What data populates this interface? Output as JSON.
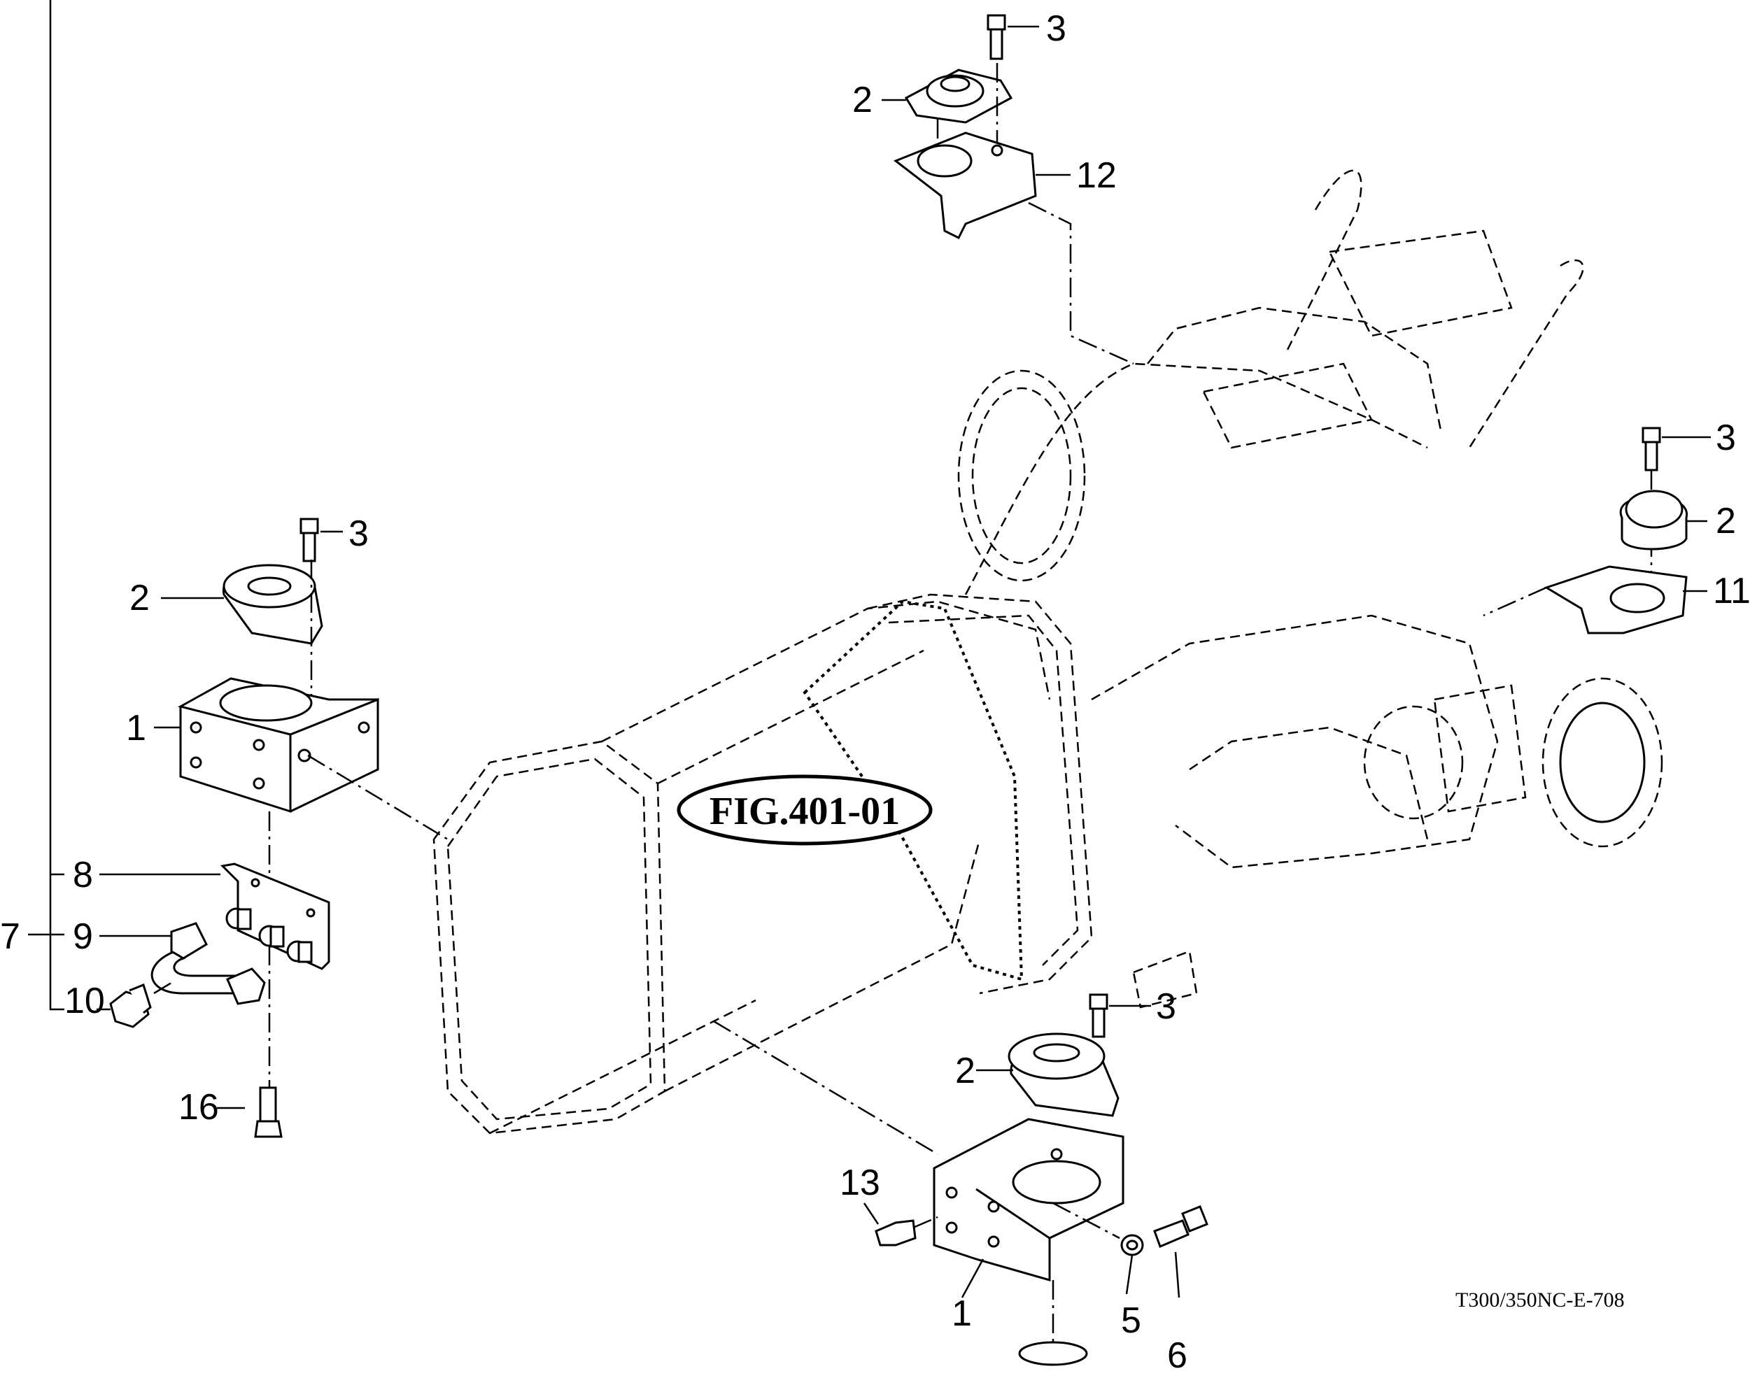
{
  "figure": {
    "reference_label": "FIG.401-01",
    "drawing_id": "T300/350NC-E-708"
  },
  "callouts": {
    "top_bolt": "3",
    "top_mount": "2",
    "top_bracket": "12",
    "right_bolt": "3",
    "right_mount": "2",
    "right_bracket": "11",
    "left_bolt": "3",
    "left_mount": "2",
    "left_bracket": "1",
    "pipe_assembly": "7",
    "pipe_plate": "8",
    "pipe_tube": "9",
    "pipe_plug": "10",
    "left_bottom_bolt": "16",
    "bottom_bolt": "3",
    "bottom_mount": "2",
    "bottom_bracket": "1",
    "side_bolt": "13",
    "washer": "5",
    "bottom_hex_bolt": "6"
  }
}
